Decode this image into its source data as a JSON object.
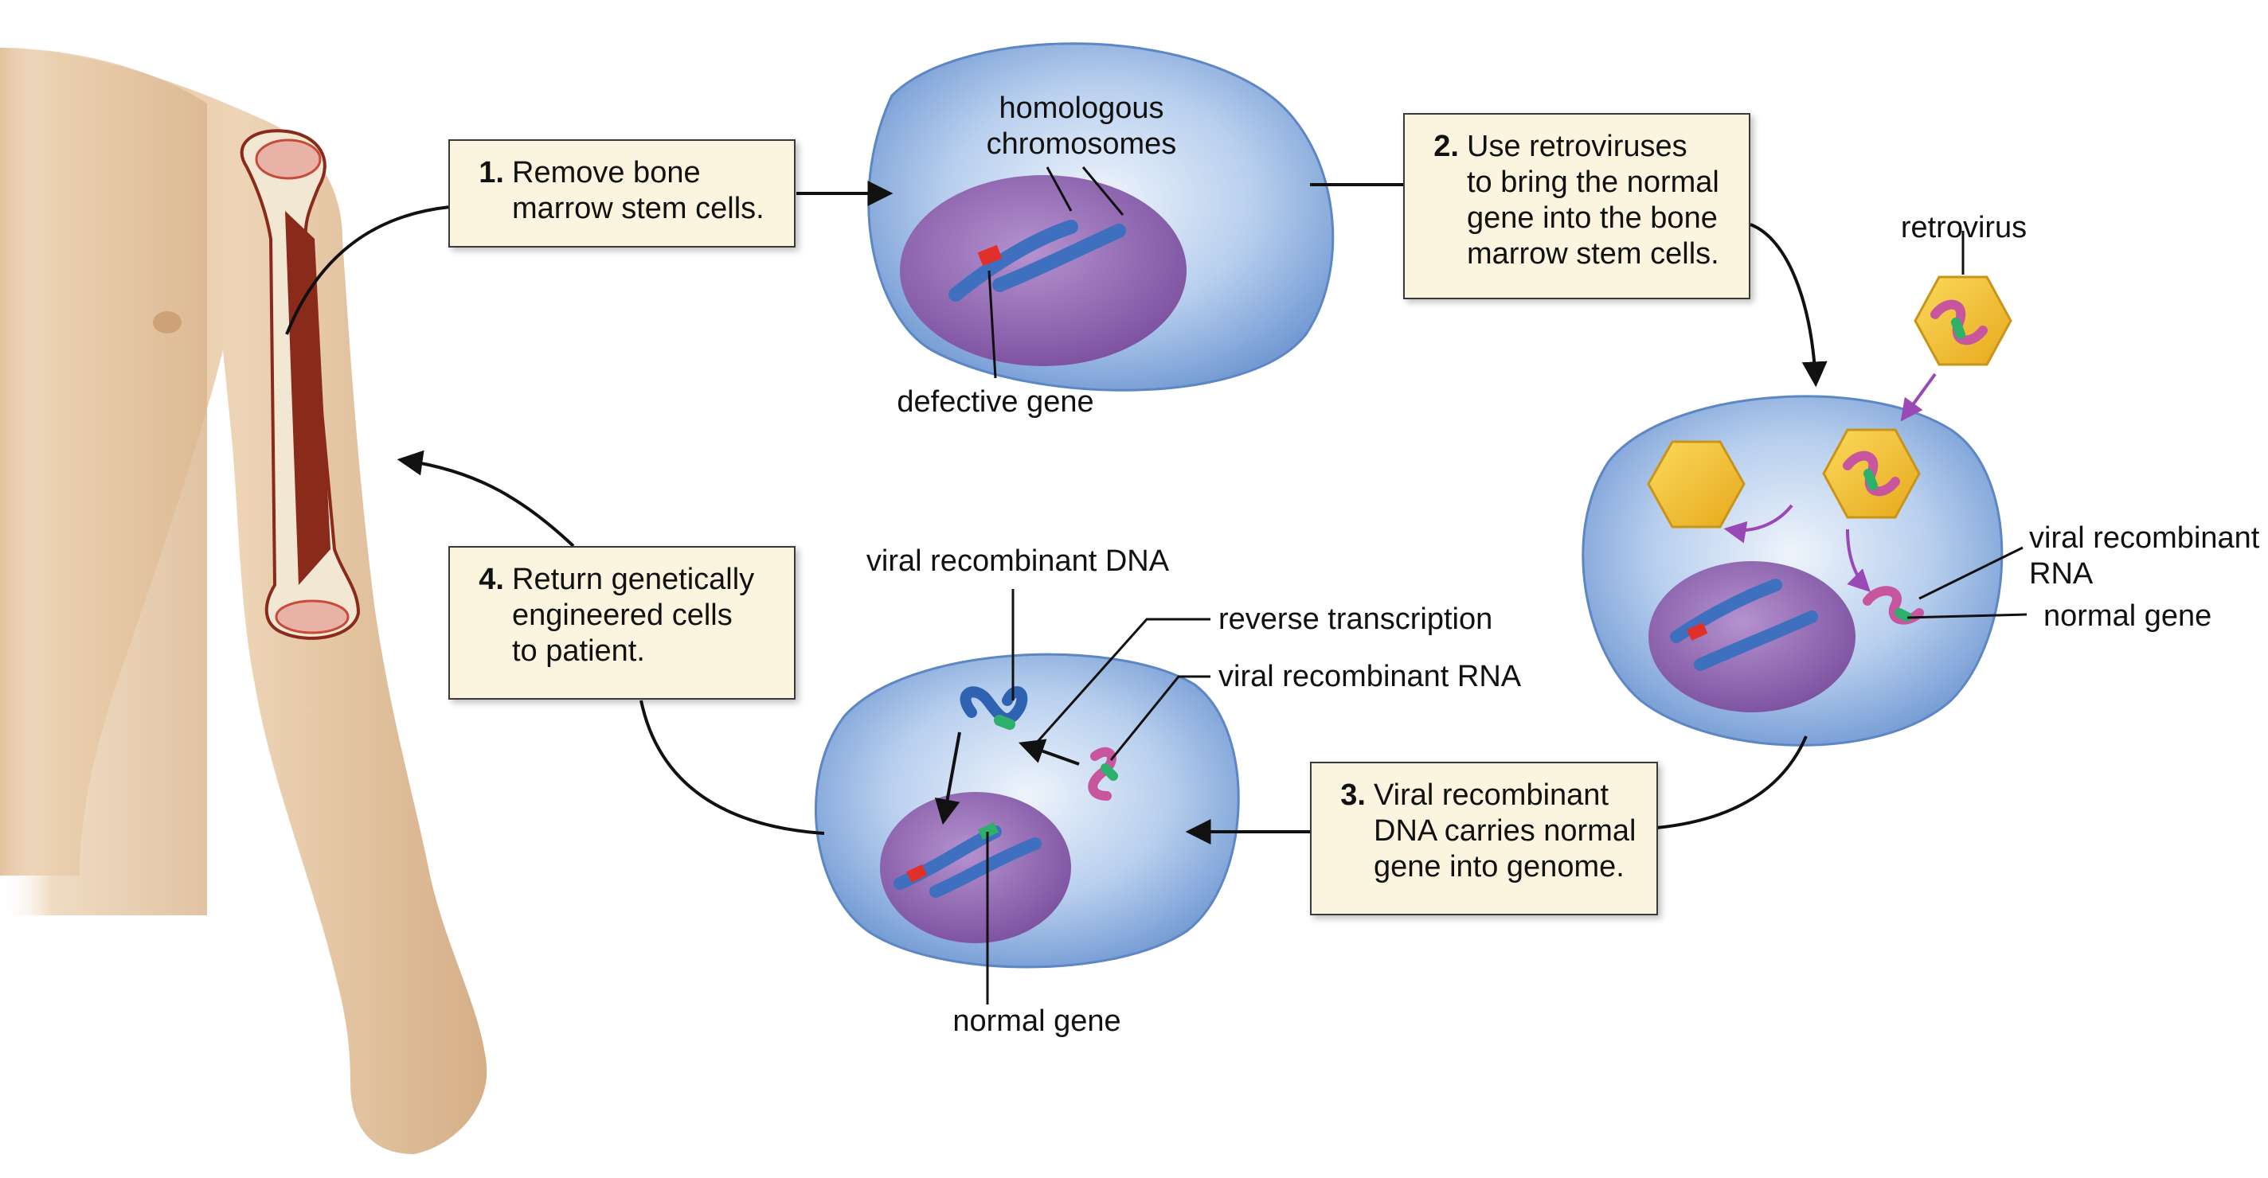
{
  "labels": {
    "homologous_chromosomes": [
      "homologous",
      "chromosomes"
    ],
    "defective_gene": "defective gene",
    "retrovirus": "retrovirus",
    "viral_recombinant_rna_right": [
      "viral recombinant",
      "RNA"
    ],
    "normal_gene_right": "normal gene",
    "viral_recombinant_dna": "viral recombinant DNA",
    "reverse_transcription": "reverse transcription",
    "viral_recombinant_rna_bottom": "viral recombinant RNA",
    "normal_gene_bottom": "normal gene"
  },
  "steps": [
    {
      "number": "1.",
      "text": "Remove bone\nmarrow stem cells."
    },
    {
      "number": "2.",
      "text": "Use retroviruses\nto bring the normal\ngene into the bone\nmarrow stem cells."
    },
    {
      "number": "3.",
      "text": "Viral recombinant\nDNA carries normal\ngene into genome."
    },
    {
      "number": "4.",
      "text": "Return genetically\nengineered cells\nto patient."
    }
  ],
  "colors": {
    "cell": "#8fb4e0",
    "nucleus": "#8c63ad",
    "chromosome": "#3f70bf",
    "defective_gene": "#e0302a",
    "normal_gene": "#2fb06a",
    "rna": "#c8569e",
    "retrovirus_capsid": "#f4c22d",
    "skin": "#e7c8a4",
    "marrow": "#8a2a1a",
    "arrow_purple": "#9b48b7",
    "box_fill": "#fbf5df"
  }
}
